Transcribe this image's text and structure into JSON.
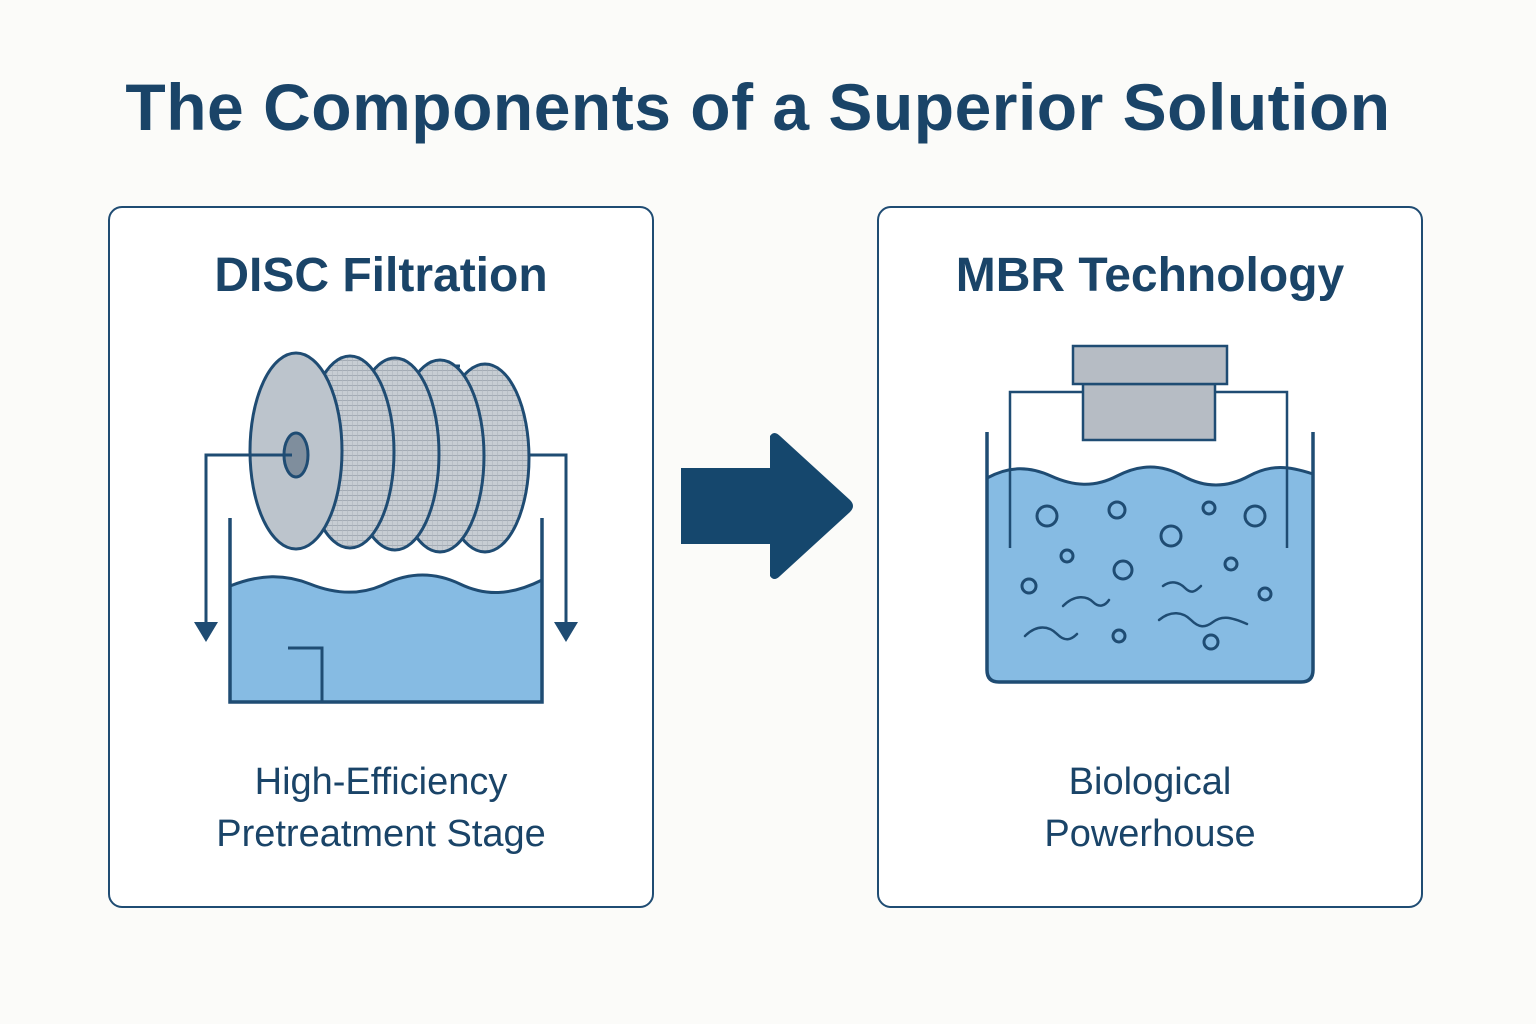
{
  "title": "The Components of a Superior Solution",
  "panels": [
    {
      "title": "DISC Filtration",
      "caption_line1": "High-Efficiency",
      "caption_line2": "Pretreatment Stage",
      "illustration": "disc-filter-over-water-tank"
    },
    {
      "title": "MBR Technology",
      "caption_line1": "Biological",
      "caption_line2": "Powerhouse",
      "illustration": "membrane-bioreactor-tank"
    }
  ],
  "connector": "right-arrow-icon",
  "colors": {
    "navy": "#1A4468",
    "water": "#86BBE3",
    "disc_gray": "#BCC4CC",
    "module_gray": "#B6BCC4",
    "panel_border": "#1F4C73",
    "background": "#FBFBF9"
  }
}
